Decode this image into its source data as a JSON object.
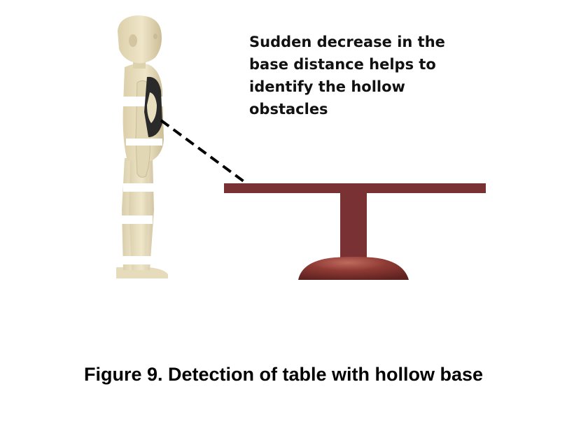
{
  "annotation": {
    "lines": [
      "Sudden decrease in the",
      "base distance helps to",
      "identify the hollow",
      "obstacles"
    ]
  },
  "caption": "Figure 9. Detection of table with hollow base",
  "colors": {
    "table": "#7a3134",
    "table_dome": "#8e3a34",
    "figure_skin": "#e8dfc0",
    "figure_shadow": "#cfc39f",
    "sensor_band": "#ffffff",
    "sensor_dark": "#2a2a2a",
    "beam": "#000000"
  }
}
